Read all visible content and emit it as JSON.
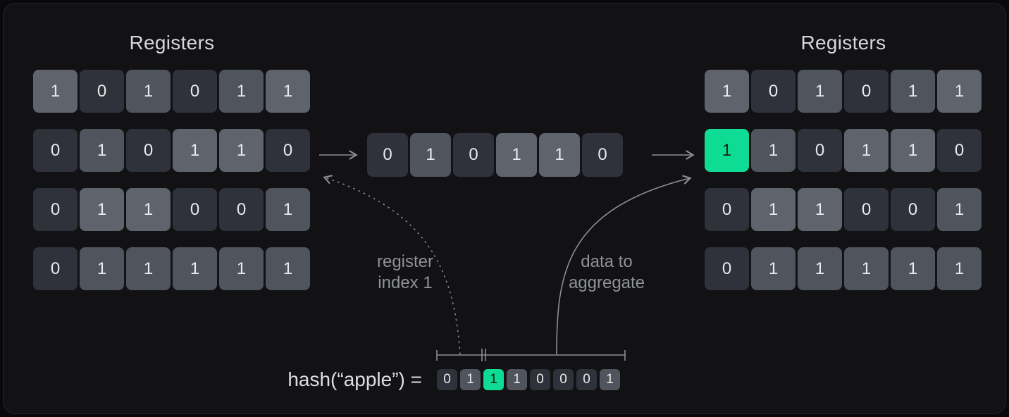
{
  "colors": {
    "card_bg": "#121215",
    "accent_green": "#0edc95",
    "green_text": "#142019",
    "cell_dark": "#2f323a",
    "cell_mid": "#50545c",
    "cell_light": "#5f636b",
    "text_primary": "#e9eaec",
    "text_title": "#d5d7da",
    "text_label": "#8f9298",
    "text_hash": "#dcdee0",
    "arrow_gray": "#8b8e94"
  },
  "left_panel": {
    "title": "Registers",
    "grid": [
      [
        {
          "v": "1",
          "t": "light"
        },
        {
          "v": "0",
          "t": "dark"
        },
        {
          "v": "1",
          "t": "mid"
        },
        {
          "v": "0",
          "t": "dark"
        },
        {
          "v": "1",
          "t": "mid"
        },
        {
          "v": "1",
          "t": "light"
        }
      ],
      [
        {
          "v": "0",
          "t": "dark"
        },
        {
          "v": "1",
          "t": "mid"
        },
        {
          "v": "0",
          "t": "dark"
        },
        {
          "v": "1",
          "t": "light"
        },
        {
          "v": "1",
          "t": "light"
        },
        {
          "v": "0",
          "t": "dark"
        }
      ],
      [
        {
          "v": "0",
          "t": "dark"
        },
        {
          "v": "1",
          "t": "light"
        },
        {
          "v": "1",
          "t": "light"
        },
        {
          "v": "0",
          "t": "dark"
        },
        {
          "v": "0",
          "t": "dark"
        },
        {
          "v": "1",
          "t": "mid"
        }
      ],
      [
        {
          "v": "0",
          "t": "dark"
        },
        {
          "v": "1",
          "t": "mid"
        },
        {
          "v": "1",
          "t": "mid"
        },
        {
          "v": "1",
          "t": "mid"
        },
        {
          "v": "1",
          "t": "mid"
        },
        {
          "v": "1",
          "t": "mid"
        }
      ]
    ]
  },
  "middle_row": {
    "cells": [
      [
        {
          "v": "0",
          "t": "dark"
        },
        {
          "v": "1",
          "t": "mid"
        },
        {
          "v": "0",
          "t": "dark"
        },
        {
          "v": "1",
          "t": "light"
        },
        {
          "v": "1",
          "t": "light"
        },
        {
          "v": "0",
          "t": "dark"
        }
      ]
    ]
  },
  "right_panel": {
    "title": "Registers",
    "grid": [
      [
        {
          "v": "1",
          "t": "light"
        },
        {
          "v": "0",
          "t": "dark"
        },
        {
          "v": "1",
          "t": "mid"
        },
        {
          "v": "0",
          "t": "dark"
        },
        {
          "v": "1",
          "t": "mid"
        },
        {
          "v": "1",
          "t": "light"
        }
      ],
      [
        {
          "v": "1",
          "t": "green"
        },
        {
          "v": "1",
          "t": "mid"
        },
        {
          "v": "0",
          "t": "dark"
        },
        {
          "v": "1",
          "t": "light"
        },
        {
          "v": "1",
          "t": "light"
        },
        {
          "v": "0",
          "t": "dark"
        }
      ],
      [
        {
          "v": "0",
          "t": "dark"
        },
        {
          "v": "1",
          "t": "light"
        },
        {
          "v": "1",
          "t": "light"
        },
        {
          "v": "0",
          "t": "dark"
        },
        {
          "v": "0",
          "t": "dark"
        },
        {
          "v": "1",
          "t": "mid"
        }
      ],
      [
        {
          "v": "0",
          "t": "dark"
        },
        {
          "v": "1",
          "t": "mid"
        },
        {
          "v": "1",
          "t": "mid"
        },
        {
          "v": "1",
          "t": "mid"
        },
        {
          "v": "1",
          "t": "mid"
        },
        {
          "v": "1",
          "t": "mid"
        }
      ]
    ]
  },
  "annotations": {
    "register_index": {
      "line1": "register",
      "line2": "index 1"
    },
    "data_to_aggregate": {
      "line1": "data to",
      "line2": "aggregate"
    }
  },
  "hash": {
    "expression": "hash(“apple”) =",
    "bits": [
      [
        {
          "v": "0",
          "t": "dark"
        },
        {
          "v": "1",
          "t": "mid"
        },
        {
          "v": "1",
          "t": "green"
        },
        {
          "v": "1",
          "t": "mid"
        },
        {
          "v": "0",
          "t": "dark"
        },
        {
          "v": "0",
          "t": "dark"
        },
        {
          "v": "0",
          "t": "dark"
        },
        {
          "v": "1",
          "t": "mid"
        }
      ]
    ]
  }
}
